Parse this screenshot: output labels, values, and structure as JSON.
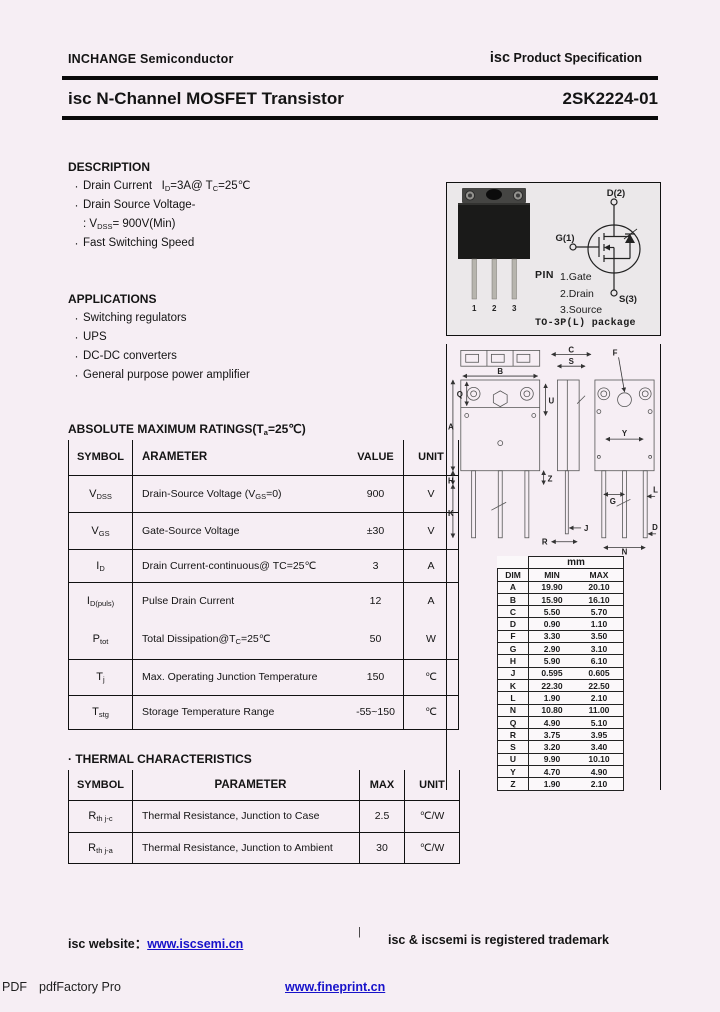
{
  "colors": {
    "page_bg": "#f6eef4",
    "link_blue": "#1712ca",
    "rule_black": "#0a0a0a"
  },
  "header": {
    "company": "INCHANGE Semiconductor",
    "brand": "isc",
    "spec_rest": " Product Specification",
    "title": "isc N-Channel MOSFET Transistor",
    "part_number": "2SK2224-01"
  },
  "description": {
    "heading": "DESCRIPTION",
    "bullet": "·",
    "line1": [
      "Drain Current   I",
      "_D",
      "=3A@ T",
      "_C",
      "=25℃"
    ],
    "line2": [
      "Drain Source Voltage-"
    ],
    "line3": [
      ": V",
      "_DSS",
      "= 900V(Min)"
    ],
    "line4": [
      "Fast Switching Speed"
    ]
  },
  "applications": {
    "heading": "APPLICATIONS",
    "bullet": "·",
    "items": [
      "Switching regulators",
      "UPS",
      "DC-DC converters",
      "General purpose power amplifier"
    ]
  },
  "abs_ratings": {
    "title": [
      "ABSOLUTE MAXIMUM RATINGS(T",
      "_a",
      "=25℃)"
    ],
    "headers": [
      "SYMBOL",
      "ARAMETER",
      "VALUE",
      "UNIT"
    ],
    "rows": [
      {
        "symbol": [
          "V",
          "_DSS"
        ],
        "parameter": [
          "Drain-Source Voltage (V",
          "_GS",
          "=0)"
        ],
        "value": "900",
        "unit": "V"
      },
      {
        "symbol": [
          "V",
          "_GS"
        ],
        "parameter": [
          "Gate-Source Voltage"
        ],
        "value": "±30",
        "unit": "V"
      },
      {
        "symbol": [
          "I",
          "_D"
        ],
        "parameter": [
          "Drain Current-continuous@ TC=25℃"
        ],
        "value": "3",
        "unit": "A"
      },
      {
        "symbol": [
          "I",
          "_D(puls)"
        ],
        "parameter": [
          "Pulse Drain Current"
        ],
        "value": "12",
        "unit": "A"
      },
      {
        "symbol": [
          "P",
          "_tot"
        ],
        "parameter": [
          "Total Dissipation@T",
          "_C",
          "=25℃"
        ],
        "value": "50",
        "unit": "W"
      },
      {
        "symbol": [
          "T",
          "_j"
        ],
        "parameter": [
          "Max. Operating Junction Temperature"
        ],
        "value": "150",
        "unit": "℃"
      },
      {
        "symbol": [
          "T",
          "_stg"
        ],
        "parameter": [
          "Storage Temperature Range"
        ],
        "value": "-55~150",
        "unit": "℃"
      }
    ]
  },
  "thermal": {
    "bullet": "·",
    "title": "THERMAL CHARACTERISTICS",
    "headers": [
      "SYMBOL",
      "PARAMETER",
      "MAX",
      "UNIT"
    ],
    "rows": [
      {
        "symbol": [
          "R",
          "_th j-c"
        ],
        "parameter": "Thermal Resistance, Junction to Case",
        "value": "2.5",
        "unit": "℃/W"
      },
      {
        "symbol": [
          "R",
          "_th j-a"
        ],
        "parameter": "Thermal Resistance, Junction to Ambient",
        "value": "30",
        "unit": "℃/W"
      }
    ]
  },
  "package_figure": {
    "leg_numbers": [
      "1",
      "2",
      "3"
    ],
    "pin_heading": "PIN",
    "pins": [
      "1.Gate",
      "2.Drain",
      "3.Source"
    ],
    "caption": "TO-3P(L) package",
    "schematic": {
      "drain": "D(2)",
      "gate": "G(1)",
      "source": "S(3)"
    }
  },
  "dim_figure": {
    "labels": {
      "A": "A",
      "B": "B",
      "C": "C",
      "D": "D",
      "F": "F",
      "G": "G",
      "H": "H",
      "J": "J",
      "K": "K",
      "L": "L",
      "N": "N",
      "Q": "Q",
      "R": "R",
      "S": "S",
      "U": "U",
      "Y": "Y",
      "Z": "Z"
    }
  },
  "dim_table": {
    "unit_header": "mm",
    "col_dim": "DIM",
    "col_min": "MIN",
    "col_max": "MAX",
    "rows": [
      {
        "dim": "A",
        "min": "19.90",
        "max": "20.10"
      },
      {
        "dim": "B",
        "min": "15.90",
        "max": "16.10"
      },
      {
        "dim": "C",
        "min": "5.50",
        "max": "5.70"
      },
      {
        "dim": "D",
        "min": "0.90",
        "max": "1.10"
      },
      {
        "dim": "F",
        "min": "3.30",
        "max": "3.50"
      },
      {
        "dim": "G",
        "min": "2.90",
        "max": "3.10"
      },
      {
        "dim": "H",
        "min": "5.90",
        "max": "6.10"
      },
      {
        "dim": "J",
        "min": "0.595",
        "max": "0.605"
      },
      {
        "dim": "K",
        "min": "22.30",
        "max": "22.50"
      },
      {
        "dim": "L",
        "min": "1.90",
        "max": "2.10"
      },
      {
        "dim": "N",
        "min": "10.80",
        "max": "11.00"
      },
      {
        "dim": "Q",
        "min": "4.90",
        "max": "5.10"
      },
      {
        "dim": "R",
        "min": "3.75",
        "max": "3.95"
      },
      {
        "dim": "S",
        "min": "3.20",
        "max": "3.40"
      },
      {
        "dim": "U",
        "min": "9.90",
        "max": "10.10"
      },
      {
        "dim": "Y",
        "min": "4.70",
        "max": "4.90"
      },
      {
        "dim": "Z",
        "min": "1.90",
        "max": "2.10"
      }
    ]
  },
  "footer": {
    "website_label": "isc website：",
    "website_url": "www.iscsemi.cn",
    "separator": "|",
    "trademark": "isc & iscsemi is registered trademark",
    "pdf_prefix": "PDF",
    "pdf_app": "pdfFactory Pro",
    "pdf_link": "www.fineprint.cn"
  }
}
